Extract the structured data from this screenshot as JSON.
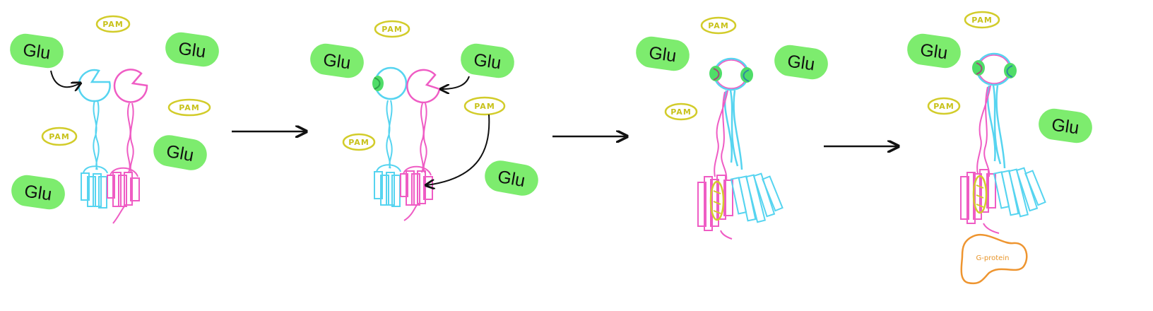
{
  "labels": {
    "glu": "Glu",
    "pam": "PAM",
    "g_protein": "G-protein"
  },
  "colors": {
    "glu_fill": "#7dec6e",
    "pam": "#d2cc2a",
    "subunit_a": "#56d4f0",
    "subunit_b": "#ef5cc4",
    "bound_glu": "#4fdd68",
    "g_protein": "#ee9530",
    "arrow": "#111111"
  },
  "stages": [
    {
      "name": "resting-dimer"
    },
    {
      "name": "glu-bound-pam-binding"
    },
    {
      "name": "closed-pam-bound"
    },
    {
      "name": "active-g-protein-coupled"
    }
  ],
  "icons": [
    "arrow-right-icon",
    "curved-arrow-icon"
  ]
}
